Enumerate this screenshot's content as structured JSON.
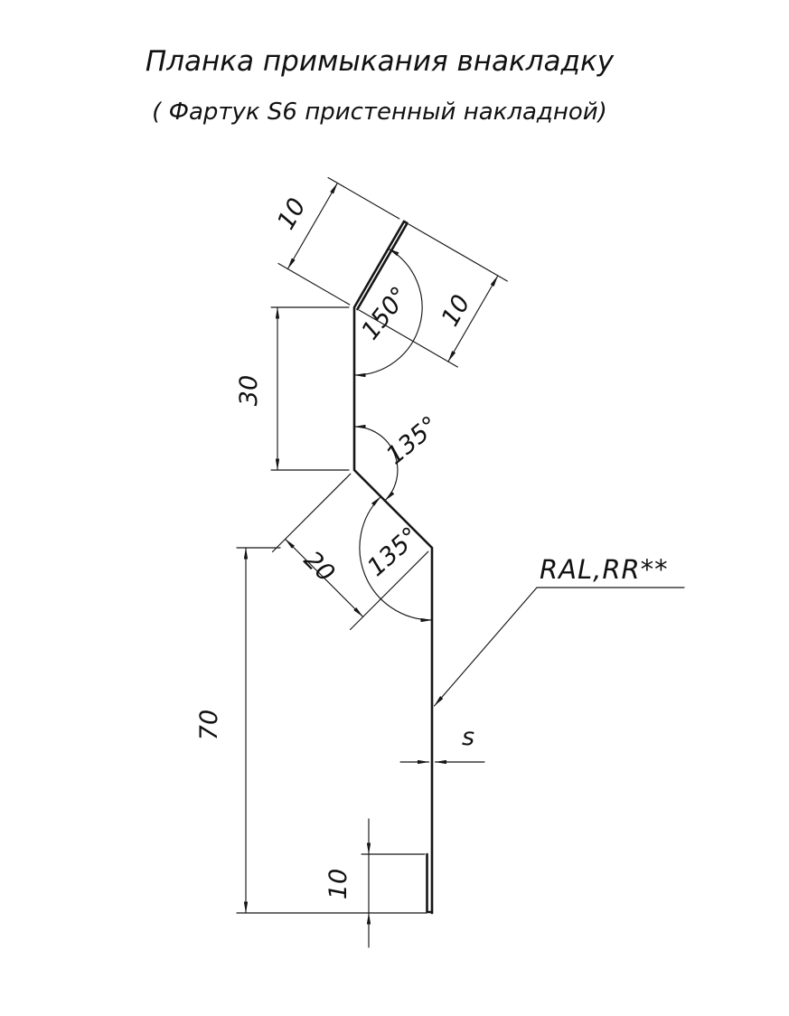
{
  "meta": {
    "background": "#ffffff",
    "line_color": "#161616"
  },
  "title": {
    "line1": "Планка примыкания внакладку",
    "line2": "( Фартук S6 пристенный накладной)"
  },
  "dims": {
    "hem_top": "10",
    "flange_top": "10",
    "angle_top": "150°",
    "upper_face": "30",
    "angle_upper_bend": "135°",
    "angle_lower_bend": "135°",
    "step": "20",
    "lower_face": "70",
    "hem_bottom": "10",
    "thickness": "s"
  },
  "labels": {
    "coating": "RAL,RR**"
  }
}
